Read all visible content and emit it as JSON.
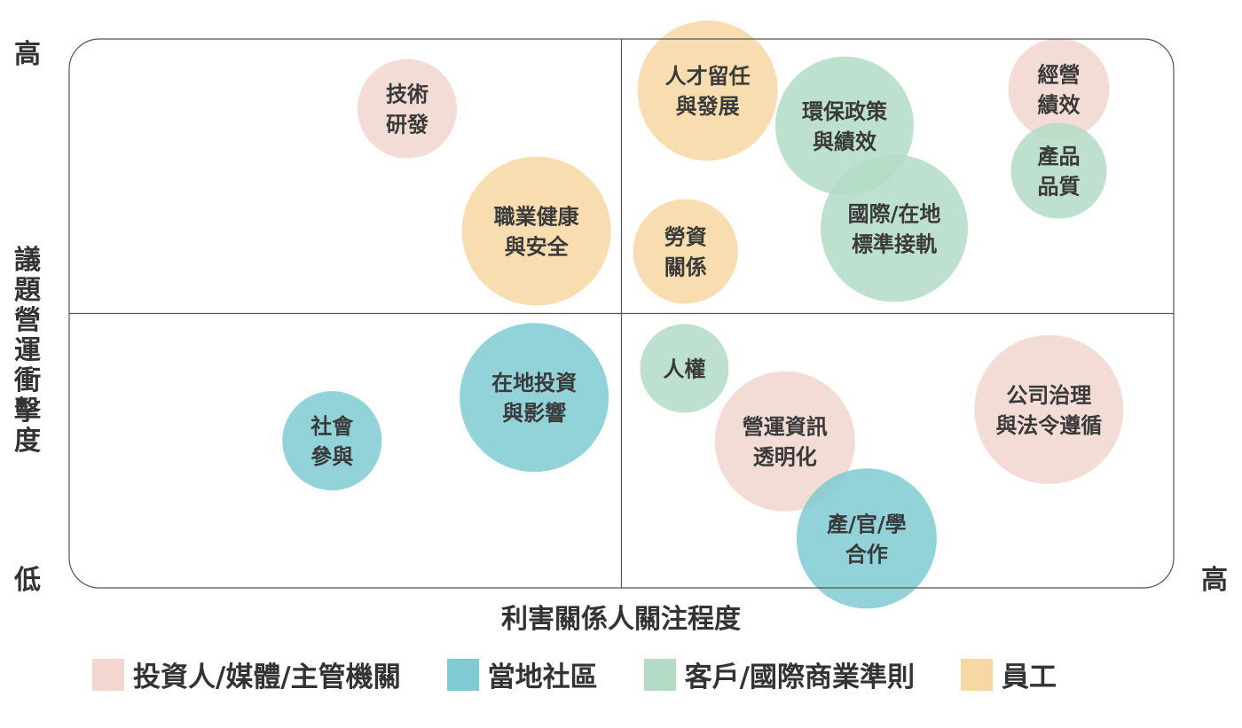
{
  "chart_data": {
    "type": "scatter",
    "xlabel": "利害關係人關注程度",
    "ylabel": "議題營運衝擊度",
    "x_high_label": "高",
    "y_high_label": "高",
    "low_label": "低",
    "xlim": [
      0,
      10
    ],
    "ylim": [
      0,
      10
    ],
    "quadrant_split": {
      "x": 5,
      "y": 5
    },
    "groups": [
      {
        "name": "投資人/媒體/主管機關",
        "color": "#f2d6cf"
      },
      {
        "name": "當地社區",
        "color": "#7ecbd2"
      },
      {
        "name": "客戶/國際商業準則",
        "color": "#b3dbc5"
      },
      {
        "name": "員工",
        "color": "#f7d7a2"
      }
    ],
    "points": [
      {
        "lines": [
          "技術",
          "研發"
        ],
        "x": 3.06,
        "y": 8.73,
        "r": 56,
        "group": "投資人/媒體/主管機關"
      },
      {
        "lines": [
          "職業健康",
          "與安全"
        ],
        "x": 4.23,
        "y": 6.5,
        "r": 84,
        "group": "員工"
      },
      {
        "lines": [
          "人才留任",
          "與發展"
        ],
        "x": 5.78,
        "y": 9.06,
        "r": 79,
        "group": "員工"
      },
      {
        "lines": [
          "勞資",
          "關係"
        ],
        "x": 5.58,
        "y": 6.13,
        "r": 59,
        "group": "員工"
      },
      {
        "lines": [
          "環保政策",
          "與績效"
        ],
        "x": 7.02,
        "y": 8.42,
        "r": 78,
        "group": "客戶/國際商業準則"
      },
      {
        "lines": [
          "國際/在地",
          "標準接軌"
        ],
        "x": 7.47,
        "y": 6.55,
        "r": 83,
        "group": "客戶/國際商業準則"
      },
      {
        "lines": [
          "經營",
          "績效"
        ],
        "x": 8.96,
        "y": 9.09,
        "r": 57,
        "group": "投資人/媒體/主管機關"
      },
      {
        "lines": [
          "產品",
          "品質"
        ],
        "x": 8.96,
        "y": 7.6,
        "r": 54,
        "group": "客戶/國際商業準則"
      },
      {
        "lines": [
          "人權"
        ],
        "x": 5.57,
        "y": 4.0,
        "r": 50,
        "group": "客戶/國際商業準則"
      },
      {
        "lines": [
          "在地投資",
          "與影響"
        ],
        "x": 4.21,
        "y": 3.47,
        "r": 84,
        "group": "當地社區"
      },
      {
        "lines": [
          "社會",
          "參與"
        ],
        "x": 2.38,
        "y": 2.68,
        "r": 56,
        "group": "當地社區"
      },
      {
        "lines": [
          "營運資訊",
          "透明化"
        ],
        "x": 6.48,
        "y": 2.67,
        "r": 79,
        "group": "投資人/媒體/主管機關"
      },
      {
        "lines": [
          "公司治理",
          "與法令遵循"
        ],
        "x": 8.87,
        "y": 3.25,
        "r": 84,
        "group": "投資人/媒體/主管機關"
      },
      {
        "lines": [
          "產/官/學",
          "合作"
        ],
        "x": 7.22,
        "y": 0.9,
        "r": 79,
        "group": "當地社區"
      }
    ]
  }
}
